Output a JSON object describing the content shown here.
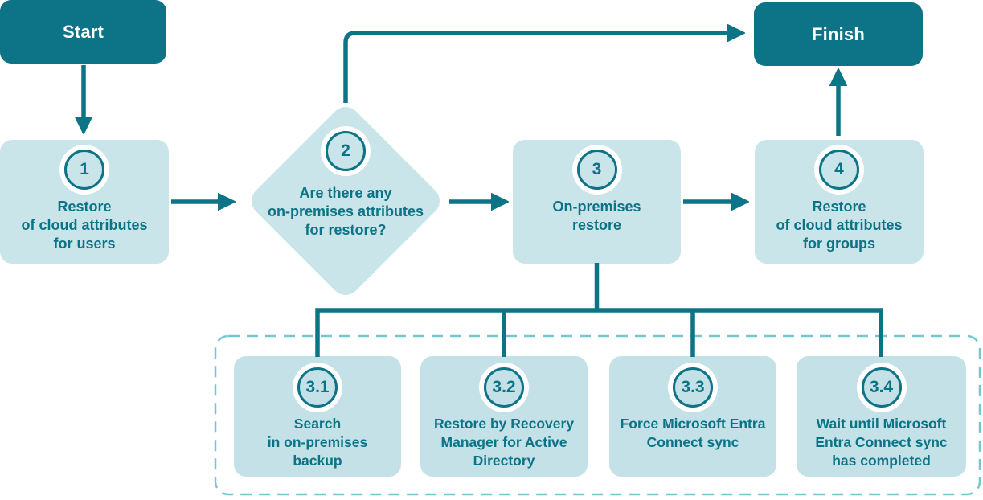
{
  "title": "Restore workflow flowchart",
  "colors": {
    "dark_teal": "#0D7386",
    "node_fill": "#C9E5E9",
    "subnode_fill": "#C3E1E6",
    "dashed_border": "#74C7CF",
    "label_text": "#0B7386",
    "terminal_text": "#FFFFFF"
  },
  "terminals": {
    "start": "Start",
    "finish": "Finish"
  },
  "steps": [
    {
      "number": "1",
      "label": "Restore\nof cloud attributes\nfor users"
    },
    {
      "number": "2",
      "label": "Are there any\non-premises attributes\nfor restore?"
    },
    {
      "number": "3",
      "label": "On-premises\nrestore"
    },
    {
      "number": "4",
      "label": "Restore\nof cloud attributes\nfor groups"
    }
  ],
  "substeps": [
    {
      "number": "3.1",
      "label": "Search\nin on-premises\nbackup"
    },
    {
      "number": "3.2",
      "label": "Restore by Recovery\nManager for Active\nDirectory"
    },
    {
      "number": "3.3",
      "label": "Force Microsoft Entra\nConnect sync"
    },
    {
      "number": "3.4",
      "label": "Wait until Microsoft\nEntra Connect sync\nhas completed"
    }
  ]
}
